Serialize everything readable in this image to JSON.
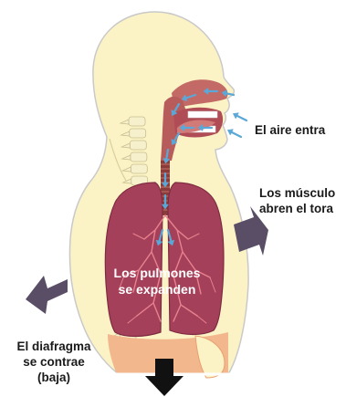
{
  "labels": {
    "air_in": "El aire entra",
    "muscles_line1": "Los músculo",
    "muscles_line2": "abren el tora",
    "lungs_line1": "Los pulmones",
    "lungs_line2": "se expanden",
    "diaphragm_line1": "El diafragma",
    "diaphragm_line2": "se contrae",
    "diaphragm_line3": "(baja)"
  },
  "colors": {
    "skin": "#fbf3c6",
    "skin_outline": "#c9c9c9",
    "lung": "#a5405a",
    "lung_dark": "#7e2a40",
    "vessels": "#e8828f",
    "mouth_tissue": "#c46a66",
    "spine": "#f6f0cc",
    "diaphragm": "#f2b78c",
    "air_arrow": "#5aa8d8",
    "outward_arrow": "#594e66",
    "down_arrow": "#111111"
  },
  "icons": {
    "air_flow": "air-flow-arrow-icon",
    "chest_expand": "outward-arrow-icon",
    "diaphragm_down": "down-arrow-icon"
  }
}
